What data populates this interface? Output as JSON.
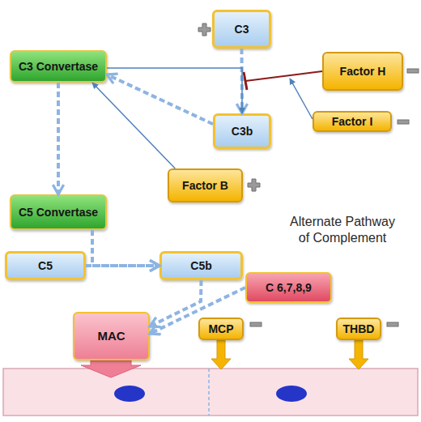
{
  "diagram": {
    "nodes": [
      {
        "text": [
          "C3"
        ]
      },
      {
        "text": [
          "C3 Convertase"
        ]
      },
      {
        "text": [
          "Factor H"
        ]
      },
      {
        "text": [
          "C3b"
        ]
      },
      {
        "text": [
          "Factor I"
        ]
      },
      {
        "text": [
          "Factor B"
        ]
      },
      {
        "text": [
          "C5 Convertase"
        ]
      },
      {
        "text": [
          "C5"
        ]
      },
      {
        "text": [
          "C5b"
        ]
      },
      {
        "text": [
          "C 6,7,8,9"
        ]
      },
      {
        "text": [
          "MAC"
        ]
      },
      {
        "text": [
          "MCP"
        ]
      },
      {
        "text": [
          "THBD"
        ]
      }
    ],
    "edges": [
      {
        "from": 0,
        "to": 3,
        "arrow": "to"
      },
      {
        "from": 1,
        "to": 3,
        "arrow": "to"
      },
      {
        "from": 3,
        "to": 1,
        "arrow": "to"
      },
      {
        "from": 5,
        "to": 1,
        "arrow": "to"
      },
      {
        "from": 1,
        "to": 6,
        "arrow": "to"
      },
      {
        "from": 7,
        "to": 8,
        "arrow": "to"
      },
      {
        "from": 6,
        "to": 8,
        "arrow": "to"
      },
      {
        "from": 8,
        "to": 10,
        "arrow": "to"
      },
      {
        "from": 9,
        "to": 10,
        "arrow": "to"
      }
    ],
    "labels": [
      "Alternate Pathway of Complement"
    ]
  }
}
